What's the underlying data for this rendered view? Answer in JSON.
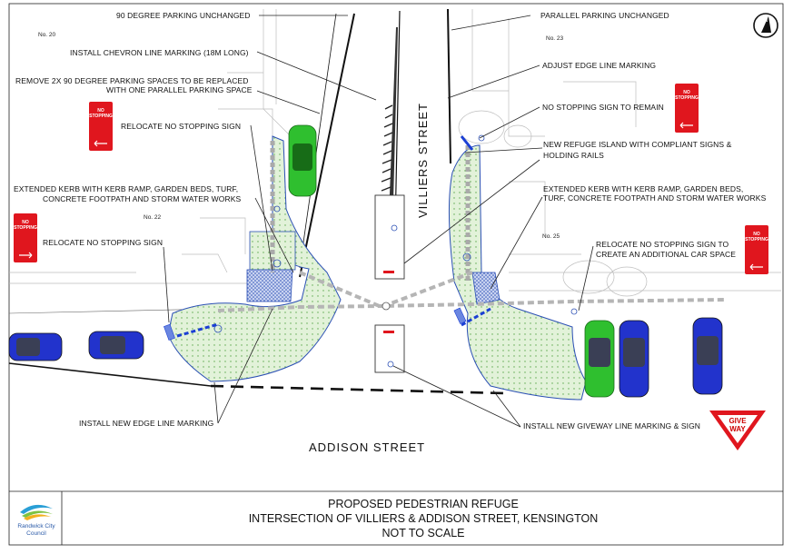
{
  "labels": {
    "parking_90": "90 DEGREE PARKING UNCHANGED",
    "parallel_parking": "PARALLEL PARKING UNCHANGED",
    "chevron": "INSTALL CHEVRON LINE MARKING (18M LONG)",
    "adjust_edge": "ADJUST EDGE LINE MARKING",
    "remove_parking_1": "REMOVE 2X 90 DEGREE PARKING SPACES TO BE REPLACED",
    "remove_parking_2": "WITH ONE PARALLEL PARKING SPACE",
    "no_stopping_remain": "NO STOPPING SIGN TO REMAIN",
    "relocate_no_stopping_top": "RELOCATE NO STOPPING SIGN",
    "refuge_island_1": "NEW REFUGE ISLAND WITH COMPLIANT SIGNS &",
    "refuge_island_2": "HOLDING RAILS",
    "kerb_left_1": "EXTENDED KERB WITH KERB RAMP, GARDEN BEDS, TURF,",
    "kerb_left_2": "CONCRETE FOOTPATH AND STORM WATER WORKS",
    "kerb_right_1": "EXTENDED KERB WITH KERB RAMP, GARDEN BEDS,",
    "kerb_right_2": "TURF, CONCRETE FOOTPATH AND STORM WATER WORKS",
    "relocate_no_stopping_left": "RELOCATE NO STOPPING SIGN",
    "relocate_right_1": "RELOCATE NO STOPPING SIGN TO",
    "relocate_right_2": "CREATE AN ADDITIONAL CAR SPACE",
    "edge_line": "INSTALL NEW EDGE LINE MARKING",
    "giveway_line": "INSTALL NEW GIVEWAY LINE MARKING & SIGN"
  },
  "lots": {
    "no20": "No. 20",
    "no22": "No. 22",
    "no23": "No. 23",
    "no25": "No. 25"
  },
  "streets": {
    "villiers": "VILLIERS STREET",
    "addison": "ADDISON STREET"
  },
  "signs": {
    "no_stopping_line1": "NO",
    "no_stopping_line2": "STOPPING",
    "give_way_line1": "GIVE",
    "give_way_line2": "WAY"
  },
  "title_block": {
    "line1": "PROPOSED PEDESTRIAN REFUGE",
    "line2": "INTERSECTION OF VILLIERS & ADDISON STREET, KENSINGTON",
    "line3": "NOT TO SCALE"
  },
  "logo": {
    "line1": "Randwick City",
    "line2": "Council"
  },
  "north_arrow": {
    "letter": "N"
  },
  "colors": {
    "kerb_blue": "#2b4fb5",
    "car_green": "#2fbf2f",
    "car_blue": "#2233cc",
    "sign_red": "#e0161e",
    "garden_green": "#d5ecc8",
    "path_grey": "#b5b5b5",
    "rail_blue": "#1b3fd4"
  }
}
